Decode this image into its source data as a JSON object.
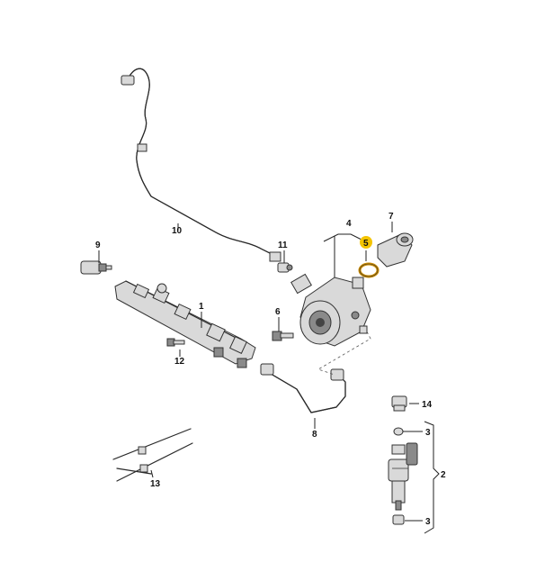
{
  "callouts": {
    "c1": "1",
    "c2": "2",
    "c3a": "3",
    "c3b": "3",
    "c4": "4",
    "c5": "5",
    "c6": "6",
    "c7": "7",
    "c8": "8",
    "c9": "9",
    "c10": "10",
    "c11": "11",
    "c12": "12",
    "c13": "13",
    "c14": "14"
  },
  "colors": {
    "highlight": "#f4c400",
    "line": "#2a2a2a",
    "part_fill": "#d9d9d9"
  }
}
